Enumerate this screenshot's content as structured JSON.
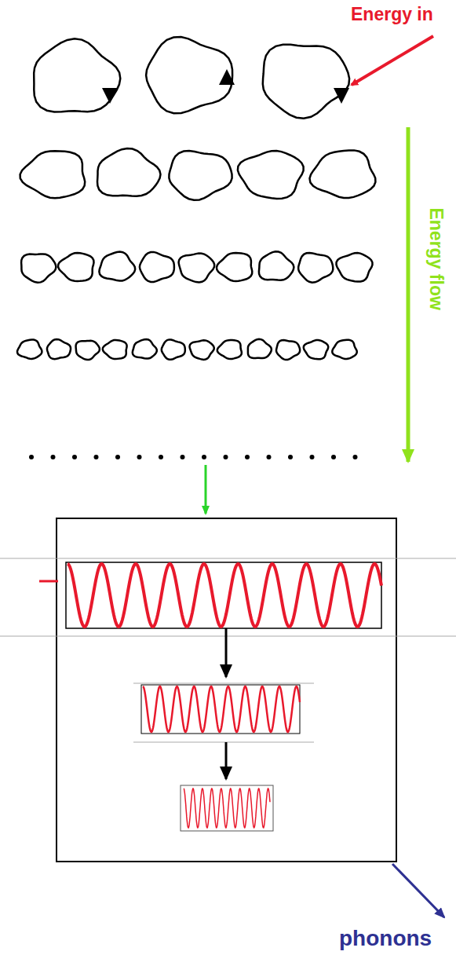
{
  "diagram": {
    "labels": [
      "Energy in",
      "Energy flow",
      "phonons"
    ]
  }
}
